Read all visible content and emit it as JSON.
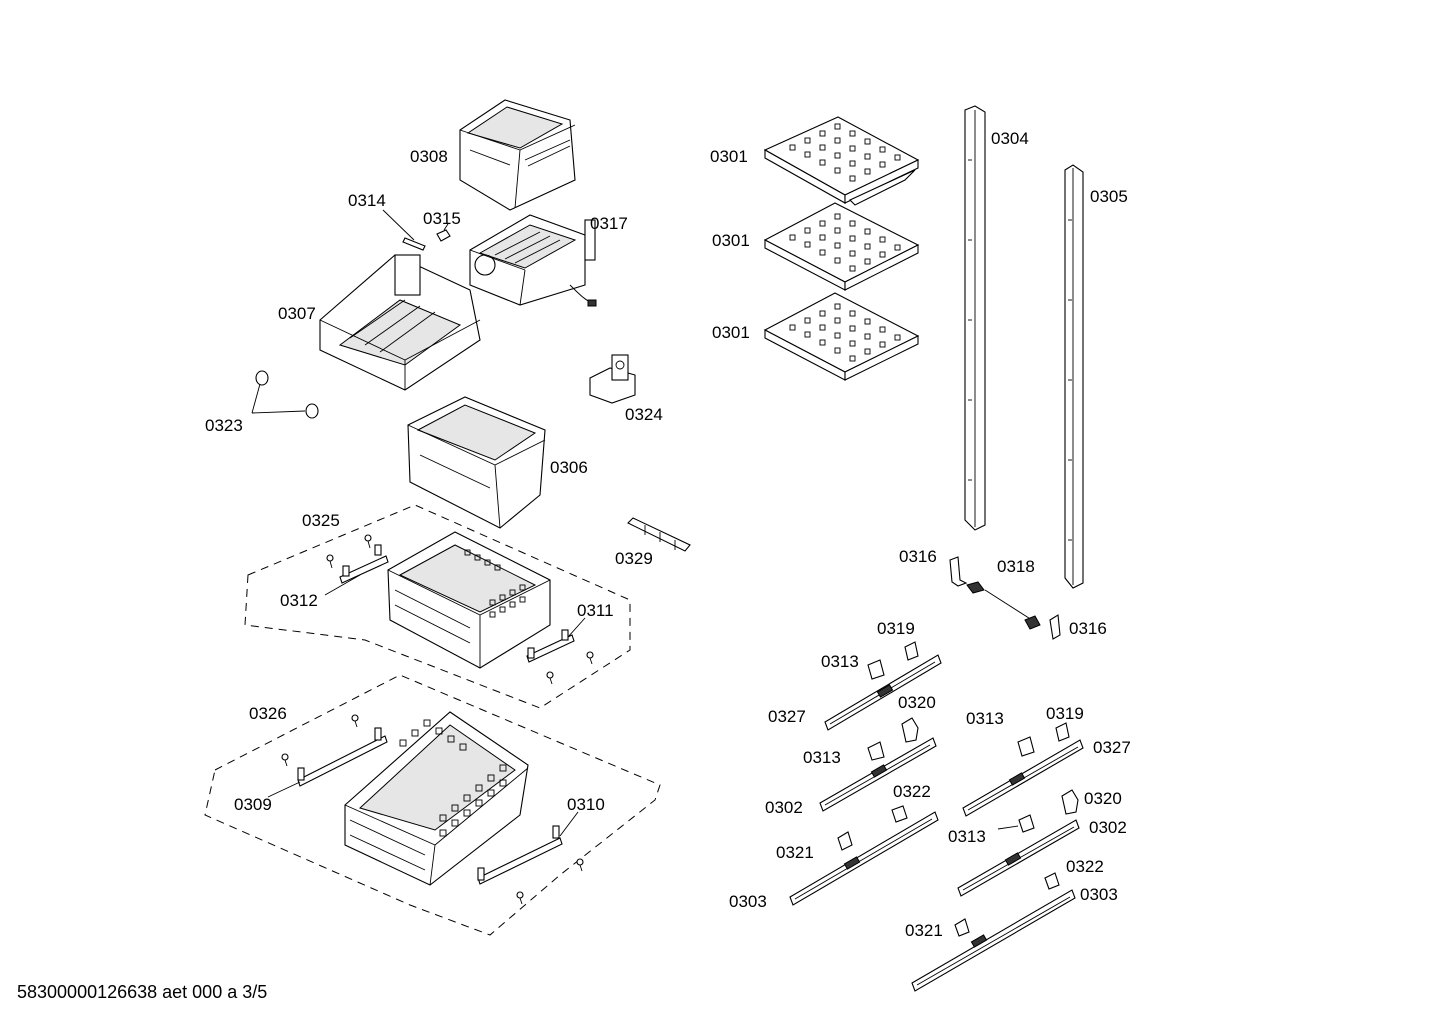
{
  "labels": {
    "p0301a": "0301",
    "p0301b": "0301",
    "p0301c": "0301",
    "p0302a": "0302",
    "p0302b": "0302",
    "p0303a": "0303",
    "p0303b": "0303",
    "p0304": "0304",
    "p0305": "0305",
    "p0306": "0306",
    "p0307": "0307",
    "p0308": "0308",
    "p0309": "0309",
    "p0310": "0310",
    "p0311": "0311",
    "p0312": "0312",
    "p0313a": "0313",
    "p0313b": "0313",
    "p0313c": "0313",
    "p0313d": "0313",
    "p0314": "0314",
    "p0315": "0315",
    "p0316a": "0316",
    "p0316b": "0316",
    "p0317": "0317",
    "p0318": "0318",
    "p0319a": "0319",
    "p0319b": "0319",
    "p0320a": "0320",
    "p0320b": "0320",
    "p0321a": "0321",
    "p0321b": "0321",
    "p0322a": "0322",
    "p0322b": "0322",
    "p0323": "0323",
    "p0324": "0324",
    "p0325": "0325",
    "p0326": "0326",
    "p0327a": "0327",
    "p0327b": "0327",
    "p0329": "0329"
  },
  "footer": "58300000126638 aet 000 a 3/5"
}
